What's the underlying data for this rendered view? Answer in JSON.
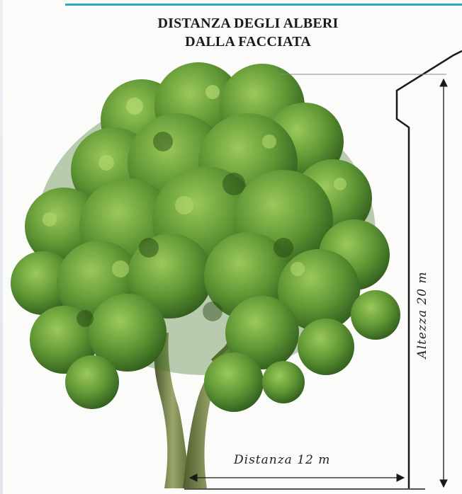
{
  "title": {
    "line1": "DISTANZA DEGLI ALBERI",
    "line2": "DALLA FACCIATA"
  },
  "labels": {
    "distance": "Distanza 12 m",
    "height": "Altezza 20 m"
  },
  "colors": {
    "accent_rule": "#2ea6c8",
    "foliage_dark": "#2f5a1c",
    "foliage_mid": "#4f8a2c",
    "foliage_light": "#8cbc4a",
    "trunk": "#6f7f46",
    "line": "#1a1a1a"
  },
  "icons": {
    "tree": "tree-illustration",
    "building": "building-outline",
    "arrows": "dimension-arrow"
  }
}
